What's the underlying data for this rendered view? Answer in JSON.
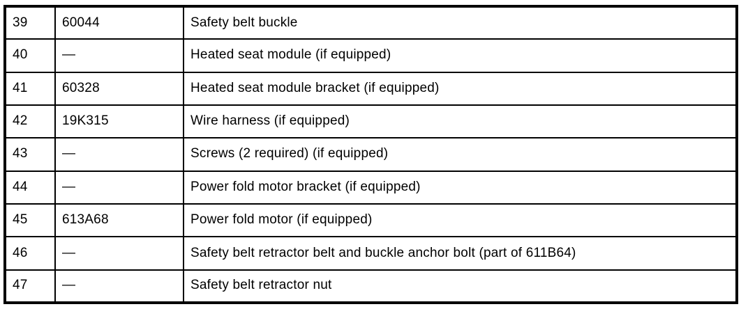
{
  "table": {
    "colors": {
      "border": "#000000",
      "background": "#ffffff",
      "text": "#000000"
    },
    "rows": [
      {
        "item": "39",
        "part": "60044",
        "description": "Safety belt buckle"
      },
      {
        "item": "40",
        "part": "—",
        "description": "Heated seat module (if equipped)"
      },
      {
        "item": "41",
        "part": "60328",
        "description": "Heated seat module bracket (if equipped)"
      },
      {
        "item": "42",
        "part": "19K315",
        "description": "Wire harness (if equipped)"
      },
      {
        "item": "43",
        "part": "—",
        "description": "Screws (2 required) (if equipped)"
      },
      {
        "item": "44",
        "part": "—",
        "description": "Power fold motor bracket (if equipped)"
      },
      {
        "item": "45",
        "part": "613A68",
        "description": "Power fold motor (if equipped)"
      },
      {
        "item": "46",
        "part": "—",
        "description": "Safety belt retractor belt and buckle anchor bolt (part of 611B64)"
      },
      {
        "item": "47",
        "part": "—",
        "description": "Safety belt retractor nut"
      }
    ]
  }
}
